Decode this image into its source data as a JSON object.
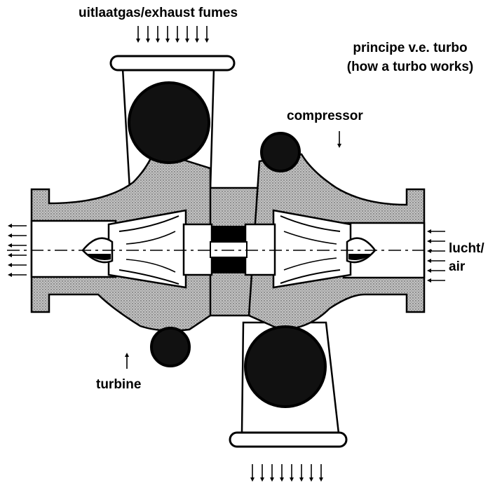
{
  "labels": {
    "exhaust": "uitlaatgas/exhaust fumes",
    "title_line1": "principe v.e. turbo",
    "title_line2": "(how a turbo works)",
    "compressor": "compressor",
    "air_line1": "lucht/",
    "air_line2": "air",
    "turbine": "turbine"
  },
  "colors": {
    "ink": "#000000",
    "hatch": "#b5b5b5",
    "background": "#ffffff"
  }
}
